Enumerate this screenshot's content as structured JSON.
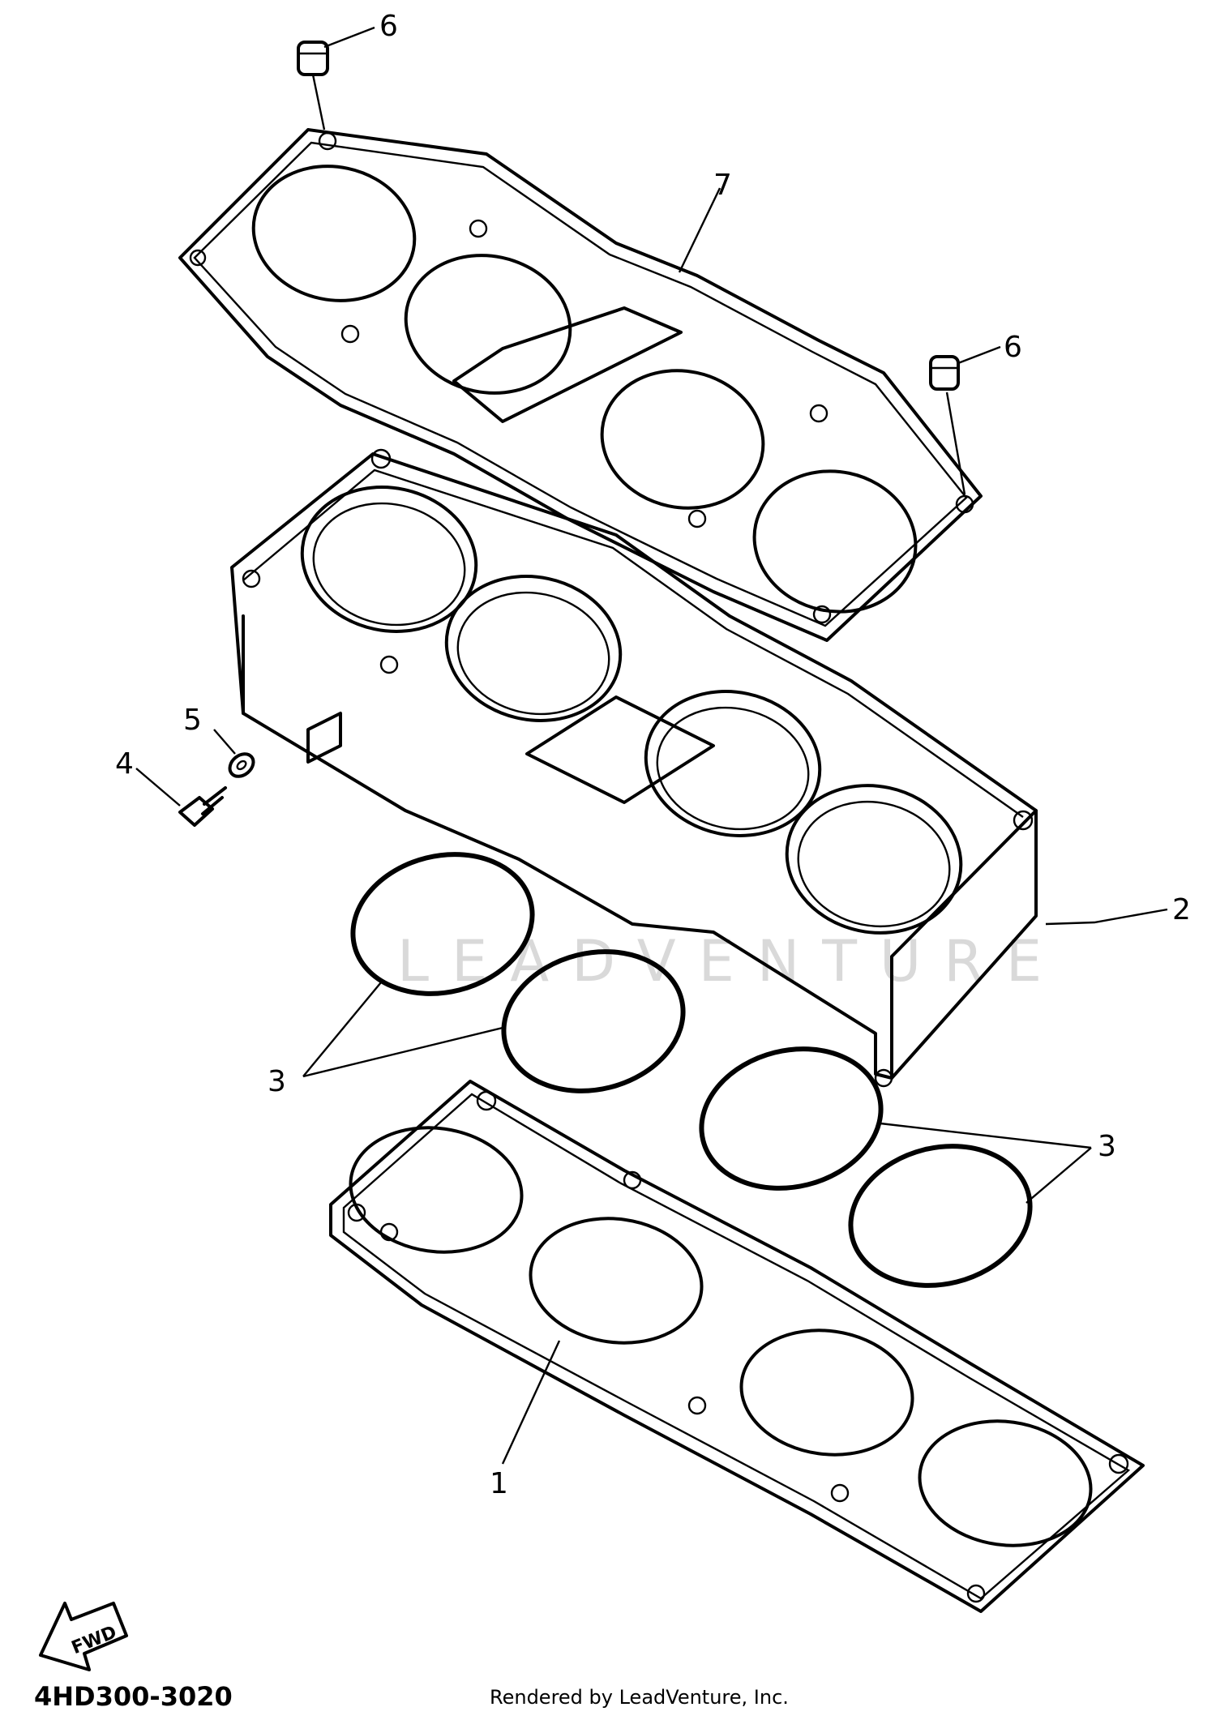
{
  "watermark": "LEADVENTURE",
  "diagram_code": "4HD300-3020",
  "credit": "Rendered by LeadVenture, Inc.",
  "fwd_label": "FWD",
  "callouts": {
    "c1": "1",
    "c2": "2",
    "c3a": "3",
    "c3b": "3",
    "c4": "4",
    "c5": "5",
    "c6a": "6",
    "c6b": "6",
    "c7": "7"
  },
  "colors": {
    "line": "#000000",
    "background": "#ffffff",
    "watermark": "#d9d9d9"
  }
}
